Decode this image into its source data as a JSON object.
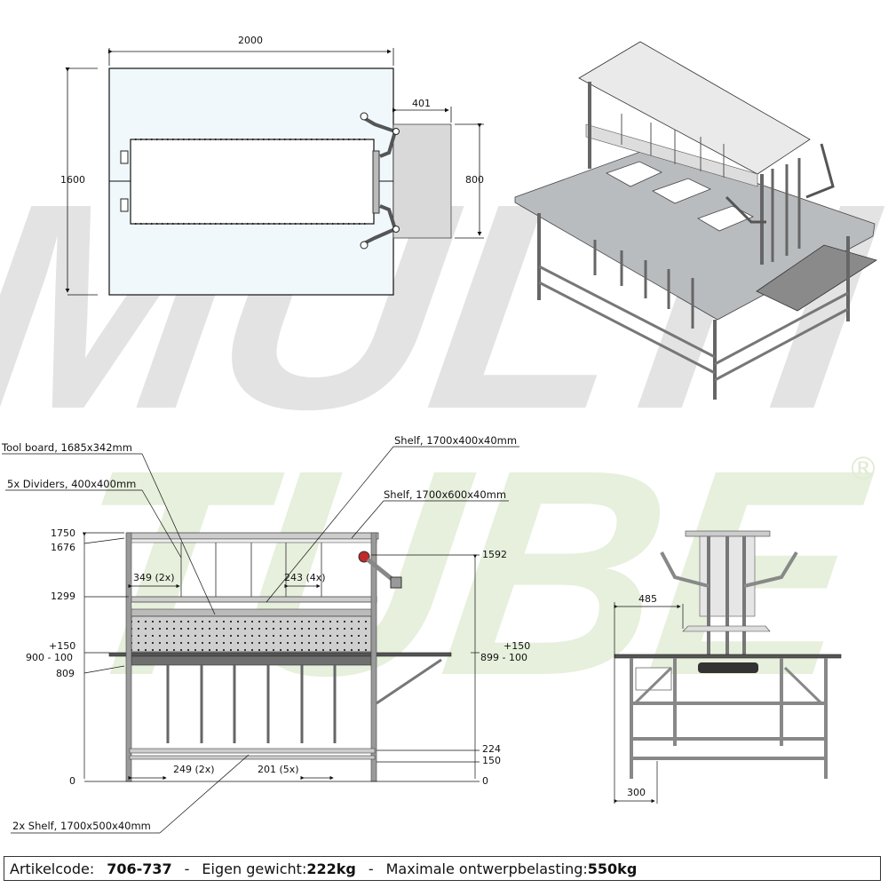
{
  "watermark": {
    "line1": "MULTI",
    "line2": "TUBE",
    "registered": "®",
    "colors": {
      "multi": "#e3e3e3",
      "tube": "#e6f0dc"
    }
  },
  "top_view": {
    "width_dim": "2000",
    "depth_dim": "1600",
    "side_shelf_width_dim": "401",
    "side_shelf_depth_dim": "800",
    "colors": {
      "tabletop": "#f1f8fc",
      "side_shelf": "#d9d9d9"
    }
  },
  "front_view": {
    "callouts": {
      "tool_board": "Tool board, 1685x342mm",
      "dividers": "5x Dividers, 400x400mm",
      "shelf_top": "Shelf, 1700x400x40mm",
      "shelf_mid": "Shelf, 1700x600x40mm",
      "shelf_bottom": "2x Shelf, 1700x500x40mm"
    },
    "left_dims": {
      "h1750": "1750",
      "h1676": "1676",
      "h1299": "1299",
      "tol_plus": "+150",
      "h900": "900  - 100",
      "h809": "809",
      "h0": "0"
    },
    "right_dims": {
      "h1592": "1592",
      "tol_plus": "+150",
      "h899": "899  - 100",
      "h224": "224",
      "h150": "150",
      "h0": "0"
    },
    "inner_dims": {
      "div_outer": "349 (2x)",
      "div_inner": "243 (4x)",
      "leg_outer": "249  (2x)",
      "leg_inner": "201 (5x)"
    },
    "colors": {
      "monitor_mount": "#c0282a",
      "frame": "#6f6f6f"
    }
  },
  "side_view": {
    "dim_485": "485",
    "dim_300": "300"
  },
  "footer": {
    "code_label": "Artikelcode:",
    "code_value": "706-737",
    "separator": "-",
    "weight_label": "Eigen gewicht:",
    "weight_value": "222kg",
    "load_label": "Maximale ontwerpbelasting:",
    "load_value": "550kg"
  }
}
